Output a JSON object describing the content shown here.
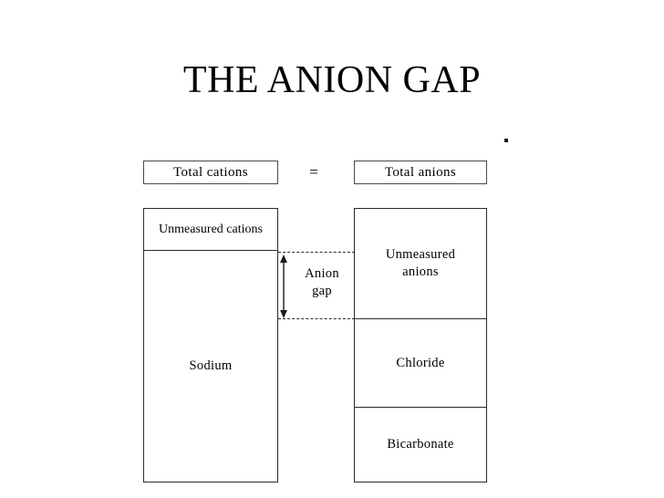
{
  "slide": {
    "title": "THE ANION GAP",
    "background_color": "#ffffff",
    "text_color": "#000000",
    "line_color": "#2b2b2b",
    "stray_mark": "."
  },
  "diagram": {
    "type": "stacked-column-comparison",
    "relation_symbol": "=",
    "headers": {
      "left": "Total  cations",
      "right": "Total  anions"
    },
    "cations_column": {
      "label": "Total  cations",
      "segments": [
        {
          "name": "unmeasured-cations",
          "label": "Unmeasured cations"
        },
        {
          "name": "sodium",
          "label": "Sodium"
        }
      ]
    },
    "anions_column": {
      "label": "Total  anions",
      "segments": [
        {
          "name": "unmeasured-anions",
          "label": "Unmeasured\nanions"
        },
        {
          "name": "chloride",
          "label": "Chloride"
        },
        {
          "name": "bicarbonate",
          "label": "Bicarbonate"
        }
      ]
    },
    "anion_gap": {
      "label": "Anion\ngap",
      "arrow": "double-headed-vertical"
    }
  },
  "chart_data": {
    "type": "bar",
    "title": "THE ANION GAP",
    "subtitle": "",
    "xlabel": "",
    "ylabel": "",
    "orientation": "vertical-stacked",
    "grid": false,
    "legend": "none",
    "categories": [
      "Total  cations",
      "Total  anions"
    ],
    "series": [
      {
        "name": "Unmeasured cations",
        "values": [
          46,
          0
        ]
      },
      {
        "name": "Sodium",
        "values": [
          253,
          0
        ]
      },
      {
        "name": "Unmeasured anions",
        "values": [
          0,
          121
        ]
      },
      {
        "name": "Chloride",
        "values": [
          0,
          97
        ]
      },
      {
        "name": "Bicarbonate",
        "values": [
          0,
          81
        ]
      }
    ],
    "annotations": [
      {
        "text": "Anion gap",
        "type": "span-arrow",
        "between": [
          "Unmeasured cations bottom",
          "Unmeasured anions bottom"
        ]
      },
      {
        "text": "=",
        "type": "relation",
        "between": [
          "Total  cations",
          "Total  anions"
        ]
      }
    ],
    "note": "Column segment values are rendered heights in pixels; the figure is a schematic with no numeric axis."
  }
}
